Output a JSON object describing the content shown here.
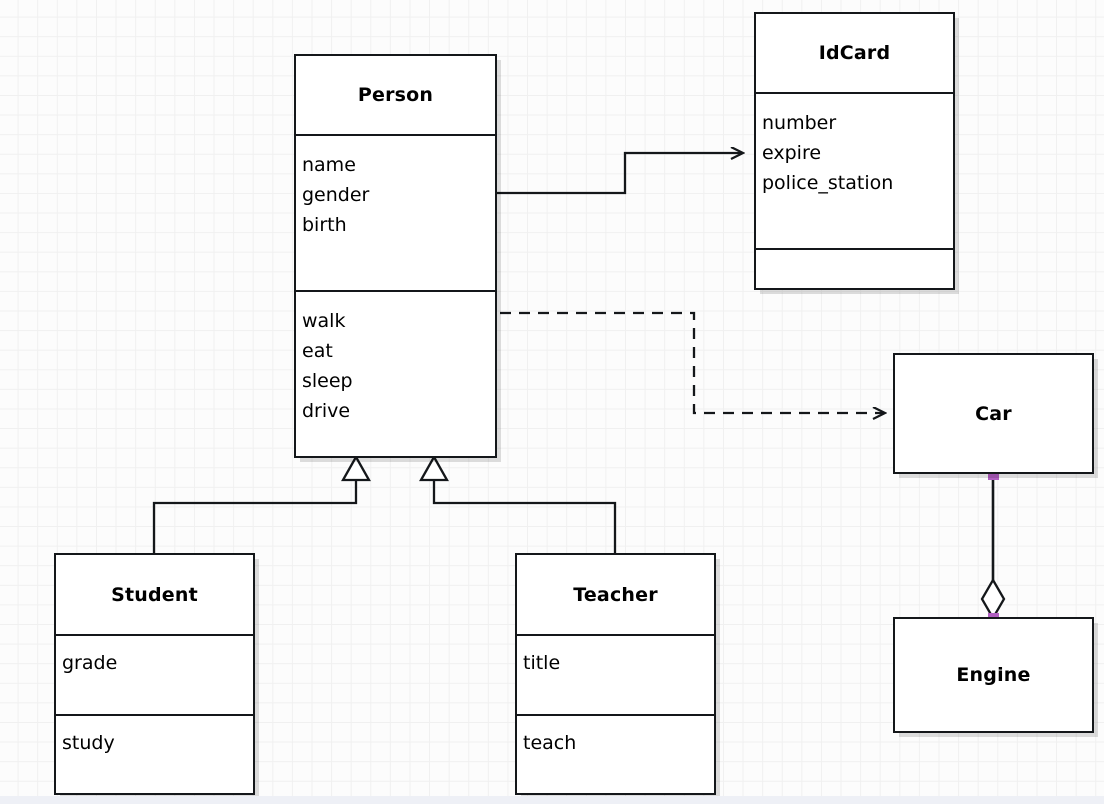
{
  "diagram": {
    "kind": "uml-class-diagram",
    "background": "#fcfcfc",
    "grid": "light-gray-graph-paper",
    "line_color": "#14171a",
    "selection_handle_color": "#b05ec0"
  },
  "classes": [
    {
      "id": "person",
      "name": "Person",
      "attributes": [
        "name",
        "gender",
        "birth"
      ],
      "operations": [
        "walk",
        "eat",
        "sleep",
        "drive"
      ]
    },
    {
      "id": "idcard",
      "name": "IdCard",
      "attributes": [
        "number",
        "expire",
        "police_station"
      ],
      "operations": []
    },
    {
      "id": "student",
      "name": "Student",
      "attributes": [
        "grade"
      ],
      "operations": [
        "study"
      ]
    },
    {
      "id": "teacher",
      "name": "Teacher",
      "attributes": [
        "title"
      ],
      "operations": [
        "teach"
      ]
    },
    {
      "id": "car",
      "name": "Car",
      "attributes": [],
      "operations": []
    },
    {
      "id": "engine",
      "name": "Engine",
      "attributes": [],
      "operations": []
    }
  ],
  "relationships": [
    {
      "id": "person-idcard",
      "type": "association",
      "style": "solid",
      "arrow": "open",
      "from": "Person",
      "to": "IdCard"
    },
    {
      "id": "person-car",
      "type": "dependency",
      "style": "dashed",
      "arrow": "open",
      "from": "Person",
      "to": "Car"
    },
    {
      "id": "student-person",
      "type": "generalization",
      "style": "solid",
      "arrow": "hollow-triangle",
      "from": "Student",
      "to": "Person"
    },
    {
      "id": "teacher-person",
      "type": "generalization",
      "style": "solid",
      "arrow": "hollow-triangle",
      "from": "Teacher",
      "to": "Person"
    },
    {
      "id": "car-engine",
      "type": "aggregation",
      "style": "solid",
      "arrow": "hollow-diamond",
      "from": "Car",
      "to": "Engine",
      "selected": true
    }
  ]
}
